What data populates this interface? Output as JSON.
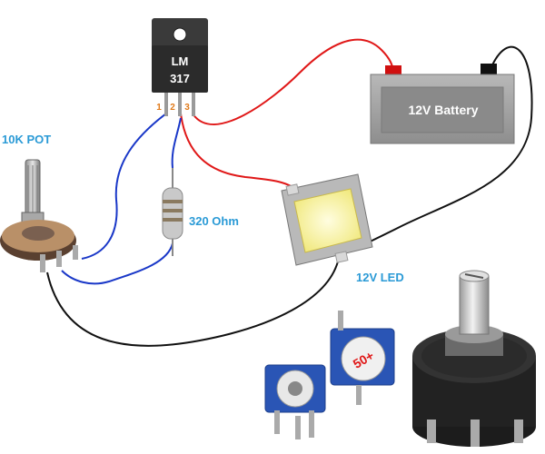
{
  "diagram": {
    "regulator": {
      "line1": "LM",
      "line2": "317",
      "pins": [
        "1",
        "2",
        "3"
      ]
    },
    "battery": {
      "label": "12V Battery"
    },
    "labels": {
      "pot": "10K POT",
      "resistor": "320 Ohm",
      "led": "12V LED"
    },
    "trimmer_marking": "50+"
  },
  "colors": {
    "label_blue": "#2a9ad6",
    "pin_number": "#e07a1a",
    "wire_red": "#e01818",
    "wire_blue": "#1a38c8",
    "wire_black": "#111111",
    "battery_body": "#9a9a9a",
    "regulator_body": "#2b2b2b"
  }
}
